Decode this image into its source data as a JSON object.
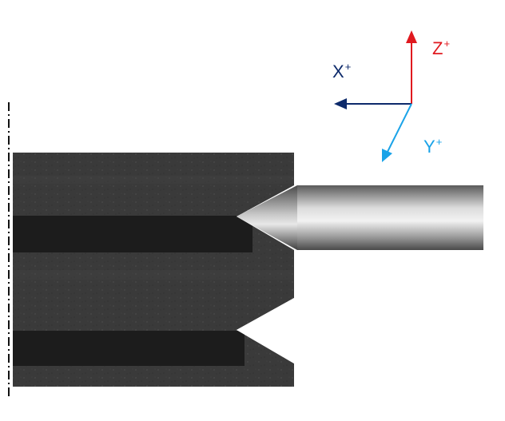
{
  "axes": {
    "x": {
      "letter": "X",
      "sign": "+",
      "color": "#0d2a6b"
    },
    "y": {
      "letter": "Y",
      "sign": "+",
      "color": "#1aa3e8"
    },
    "z": {
      "letter": "Z",
      "sign": "+",
      "color": "#e0191f"
    }
  },
  "colors": {
    "workpiece_light": "#3a3a3a",
    "workpiece_dark": "#1c1c1c",
    "centerline": "#111111"
  },
  "icons": {
    "tool": "pointed-cylindrical-tool",
    "workpiece": "grooved-workpiece",
    "axis_line": "dash-dot-centerline"
  }
}
